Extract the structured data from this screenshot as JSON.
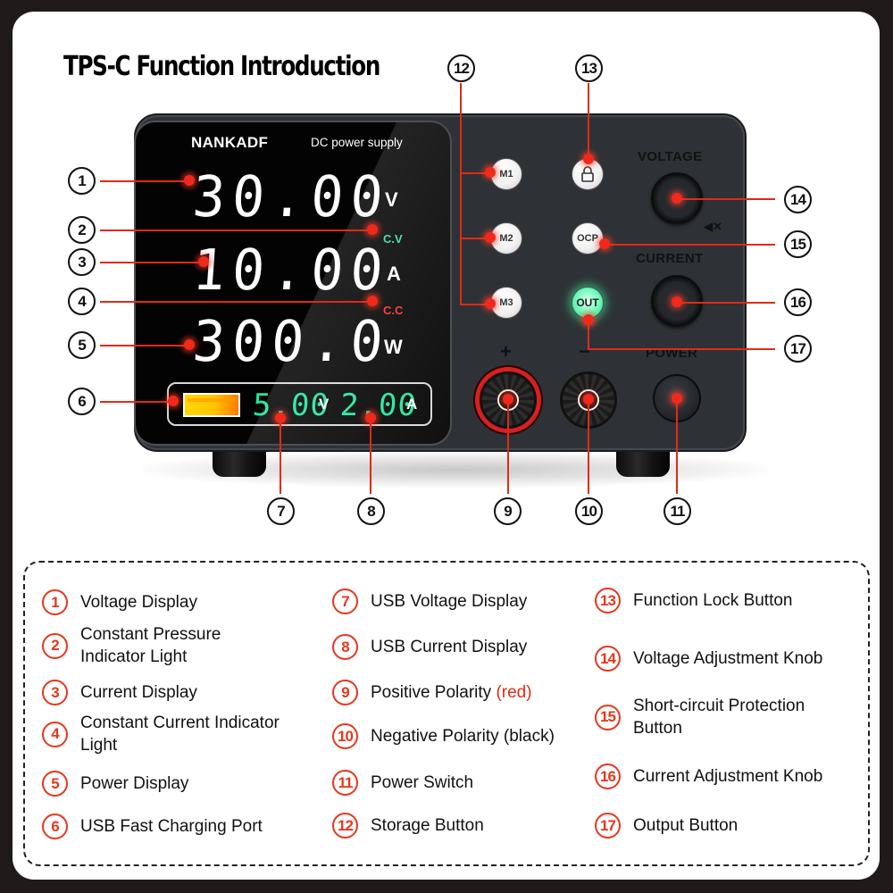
{
  "title": "TPS-C Function Introduction",
  "colors": {
    "accent_red": "#e02a17",
    "legend_number": "#e8361c",
    "display_green": "#21e59a",
    "cv_indicator": "#2fe0a8",
    "cc_indicator": "#ff2a2a",
    "device_body": "#2e3236",
    "frame": "#211a1a"
  },
  "device": {
    "brand": "NANKADF",
    "subtitle": "DC power supply",
    "voltage": {
      "value": "30.00",
      "unit": "V"
    },
    "cv_indicator": "C.V",
    "current": {
      "value": "10.00",
      "unit": "A"
    },
    "cc_indicator": "C.C",
    "power": {
      "value": "300.0",
      "unit": "W"
    },
    "usb": {
      "voltage": "5.00",
      "voltage_unit": "V",
      "current": "2.00",
      "current_unit": "A",
      "port_icon": "usb-port-icon"
    },
    "buttons": {
      "m1": "M1",
      "m2": "M2",
      "m3": "M3",
      "lock_icon": "lock-icon",
      "ocp": "OCP",
      "out": "OUT"
    },
    "labels": {
      "voltage": "VOLTAGE",
      "current": "CURRENT",
      "power": "POWER",
      "plus": "+",
      "minus": "−",
      "mute_icon": "speaker-mute-icon"
    }
  },
  "callouts": [
    "1",
    "2",
    "3",
    "4",
    "5",
    "6",
    "7",
    "8",
    "9",
    "10",
    "11",
    "12",
    "13",
    "14",
    "15",
    "16",
    "17"
  ],
  "legend": {
    "columns": [
      [
        {
          "num": "1",
          "text": "Voltage Display"
        },
        {
          "num": "2",
          "text": "Constant Pressure Indicator Light"
        },
        {
          "num": "3",
          "text": "Current Display"
        },
        {
          "num": "4",
          "text": "Constant Current Indicator Light"
        },
        {
          "num": "5",
          "text": "Power Display"
        },
        {
          "num": "6",
          "text": "USB Fast Charging Port"
        }
      ],
      [
        {
          "num": "7",
          "text": "USB Voltage Display"
        },
        {
          "num": "8",
          "text": "USB Current Display"
        },
        {
          "num": "9",
          "text": "Positive Polarity",
          "note": "(red)"
        },
        {
          "num": "10",
          "text": "Negative Polarity (black)"
        },
        {
          "num": "11",
          "text": "Power Switch"
        },
        {
          "num": "12",
          "text": "Storage Button"
        }
      ],
      [
        {
          "num": "13",
          "text": "Function Lock Button"
        },
        {
          "num": "14",
          "text": "Voltage Adjustment Knob"
        },
        {
          "num": "15",
          "text": "Short-circuit Protection Button"
        },
        {
          "num": "16",
          "text": "Current Adjustment Knob"
        },
        {
          "num": "17",
          "text": "Output Button"
        }
      ]
    ]
  }
}
